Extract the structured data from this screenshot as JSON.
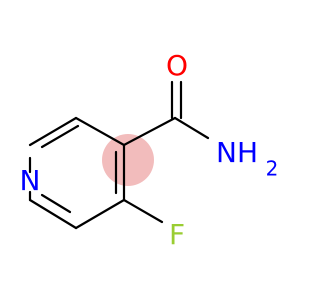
{
  "molecule": {
    "atoms": {
      "O": {
        "label": "O",
        "color": "#ff0000"
      },
      "N_amide": {
        "label": "NH",
        "subscript": "2",
        "color": "#0000ff"
      },
      "N_ring": {
        "label": "N",
        "color": "#0000ff"
      },
      "F": {
        "label": "F",
        "color": "#9acd32"
      }
    },
    "bond_color": "#000000",
    "highlight_color": "#e8a0a0"
  }
}
